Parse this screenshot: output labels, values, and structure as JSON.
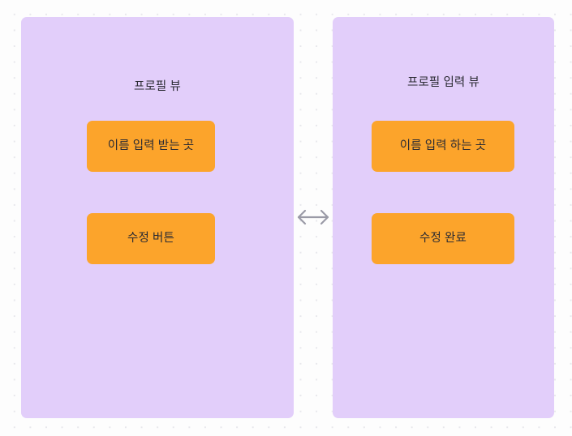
{
  "diagram": {
    "background": {
      "color": "#fdfdfd",
      "dot_grid_color": "#e8e8ec"
    },
    "panel_color": "#e2cefa",
    "node_color": "#fca42b",
    "text_color": "#2b2b33",
    "connector": {
      "icon": "double-headed-horizontal-arrow",
      "glyph": "↔",
      "color": "#9a9aa6"
    },
    "panels": [
      {
        "id": "profile-view",
        "title": "프로필 뷰",
        "nodes": [
          {
            "id": "name-display",
            "label": "이름 입력 받는 곳"
          },
          {
            "id": "edit-button",
            "label": "수정 버튼"
          }
        ]
      },
      {
        "id": "profile-input-view",
        "title": "프로필 입력 뷰",
        "nodes": [
          {
            "id": "name-input",
            "label": "이름 입력 하는 곳"
          },
          {
            "id": "edit-done",
            "label": "수정 완료"
          }
        ]
      }
    ]
  }
}
